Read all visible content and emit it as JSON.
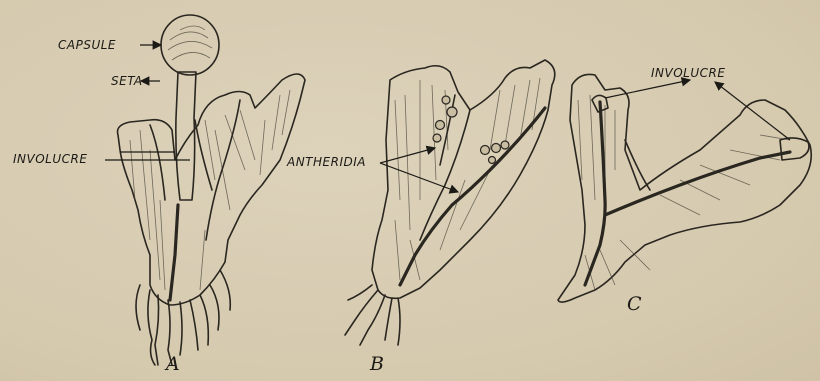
{
  "figure": {
    "a": {
      "letter": "A",
      "labels": {
        "capsule": "CAPSULE",
        "seta": "SETA",
        "involucre": "INVOLUCRE"
      }
    },
    "b": {
      "letter": "B",
      "labels": {
        "antheridia": "ANTHERIDIA"
      }
    },
    "c": {
      "letter": "C",
      "labels": {
        "involucre": "INVOLUCRE"
      }
    }
  }
}
